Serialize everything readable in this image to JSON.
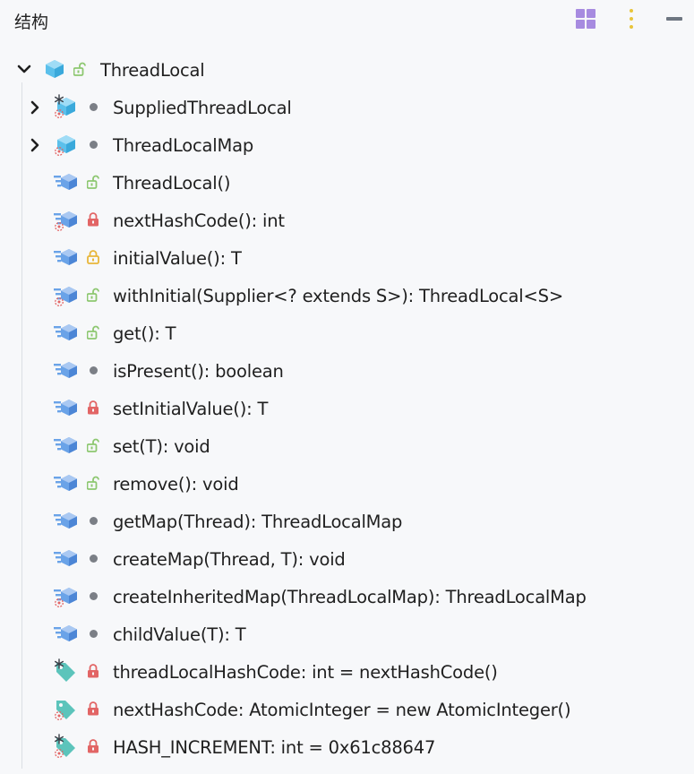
{
  "panel": {
    "title": "结构"
  },
  "root": {
    "label": "ThreadLocal",
    "children": [
      {
        "kind": "class",
        "label": "SuppliedThreadLocal",
        "visibility": "package",
        "expandable": true,
        "static": true,
        "final": true
      },
      {
        "kind": "class",
        "label": "ThreadLocalMap",
        "visibility": "package",
        "expandable": true,
        "static": false,
        "final": true
      },
      {
        "kind": "method",
        "label": "ThreadLocal()",
        "visibility": "public",
        "static": false,
        "final": false
      },
      {
        "kind": "method",
        "label": "nextHashCode(): int",
        "visibility": "private",
        "static": false,
        "final": true
      },
      {
        "kind": "method",
        "label": "initialValue(): T",
        "visibility": "protected",
        "static": false,
        "final": false
      },
      {
        "kind": "method",
        "label": "withInitial(Supplier<? extends S>): ThreadLocal<S>",
        "visibility": "public",
        "static": false,
        "final": true
      },
      {
        "kind": "method",
        "label": "get(): T",
        "visibility": "public",
        "static": false,
        "final": false
      },
      {
        "kind": "method",
        "label": "isPresent(): boolean",
        "visibility": "package",
        "static": false,
        "final": false
      },
      {
        "kind": "method",
        "label": "setInitialValue(): T",
        "visibility": "private",
        "static": false,
        "final": false
      },
      {
        "kind": "method",
        "label": "set(T): void",
        "visibility": "public",
        "static": false,
        "final": false
      },
      {
        "kind": "method",
        "label": "remove(): void",
        "visibility": "public",
        "static": false,
        "final": false
      },
      {
        "kind": "method",
        "label": "getMap(Thread): ThreadLocalMap",
        "visibility": "package",
        "static": false,
        "final": false
      },
      {
        "kind": "method",
        "label": "createMap(Thread, T): void",
        "visibility": "package",
        "static": false,
        "final": false
      },
      {
        "kind": "method",
        "label": "createInheritedMap(ThreadLocalMap): ThreadLocalMap",
        "visibility": "package",
        "static": false,
        "final": true
      },
      {
        "kind": "method",
        "label": "childValue(T): T",
        "visibility": "package",
        "static": false,
        "final": false
      },
      {
        "kind": "field",
        "label": "threadLocalHashCode: int = nextHashCode()",
        "visibility": "private",
        "static": true,
        "final": false
      },
      {
        "kind": "field",
        "label": "nextHashCode: AtomicInteger = new AtomicInteger()",
        "visibility": "private",
        "static": false,
        "final": true
      },
      {
        "kind": "field",
        "label": "HASH_INCREMENT: int = 0x61c88647",
        "visibility": "private",
        "static": true,
        "final": true
      }
    ]
  },
  "colors": {
    "class": "#5bc0eb",
    "method": "#6aa3e8",
    "field": "#5cc4bb",
    "public": "#8dc770",
    "private": "#e26565",
    "protected": "#e8b63a",
    "package": "#7b7f86",
    "final": "#e26565"
  }
}
